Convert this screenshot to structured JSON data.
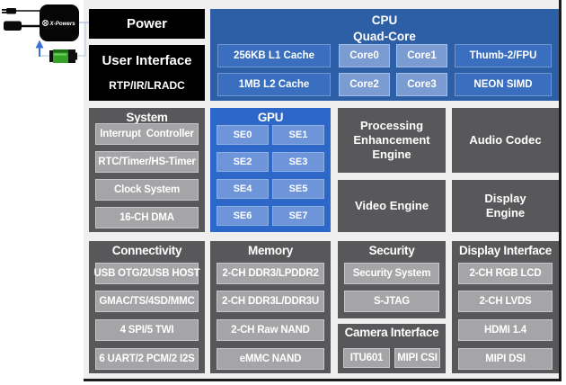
{
  "logo": {
    "text": "X-Powers"
  },
  "power_box": {
    "label": "Power"
  },
  "user_interface_box": {
    "title": "User Interface",
    "subtitle": "RTP/IR/LRADC"
  },
  "cpu": {
    "title": "CPU",
    "subtitle": "Quad-Core",
    "blocks": [
      "256KB L1 Cache",
      "Core0",
      "Core1",
      "Thumb-2/FPU",
      "1MB L2 Cache",
      "Core2",
      "Core3",
      "NEON SIMD"
    ]
  },
  "system": {
    "title": "System",
    "items": [
      "Interrupt  Controller",
      "RTC/Timer/HS-Timer",
      "Clock System",
      "16-CH DMA"
    ]
  },
  "gpu": {
    "title": "GPU",
    "items": [
      "SE0",
      "SE1",
      "SE2",
      "SE3",
      "SE4",
      "SE5",
      "SE6",
      "SE7"
    ]
  },
  "engines": {
    "pee": "Processing Enhancement Engine",
    "audio": "Audio Codec",
    "video": "Video Engine",
    "display": "Display Engine"
  },
  "connectivity": {
    "title": "Connectivity",
    "items": [
      "USB OTG/2USB HOST",
      "GMAC/TS/4SD/MMC",
      "4 SPI/5 TWI",
      "6 UART/2 PCM/2 I2S"
    ]
  },
  "memory": {
    "title": "Memory",
    "items": [
      "2-CH DDR3/LPDDR2",
      "2-CH DDR3L/DDR3U",
      "2-CH Raw NAND",
      "eMMC NAND"
    ]
  },
  "security": {
    "title": "Security",
    "items": [
      "Security System",
      "S-JTAG"
    ]
  },
  "camera": {
    "title": "Camera Interface",
    "items": [
      "ITU601",
      "MIPI CSI"
    ]
  },
  "display_interface": {
    "title": "Display Interface",
    "items": [
      "2-CH RGB LCD",
      "2-CH LVDS",
      "HDMI 1.4",
      "MIPI DSI"
    ]
  },
  "colors": {
    "cpu_block_bg": "#2d5fa6",
    "cpu_sub_bg": "#3a6fc0",
    "cpu_core_bg": "#7b9bd3",
    "gpu_block_bg": "#2d68c8",
    "gpu_se_bg": "#6e94da",
    "dark_gray_block_bg": "#58585a",
    "gray_sub_bg": "#a5a5a7",
    "black_block_bg": "#000000",
    "panel_bg": "#efeff0",
    "battery_green": "#33a427",
    "arrow_blue": "#3a72d8"
  }
}
